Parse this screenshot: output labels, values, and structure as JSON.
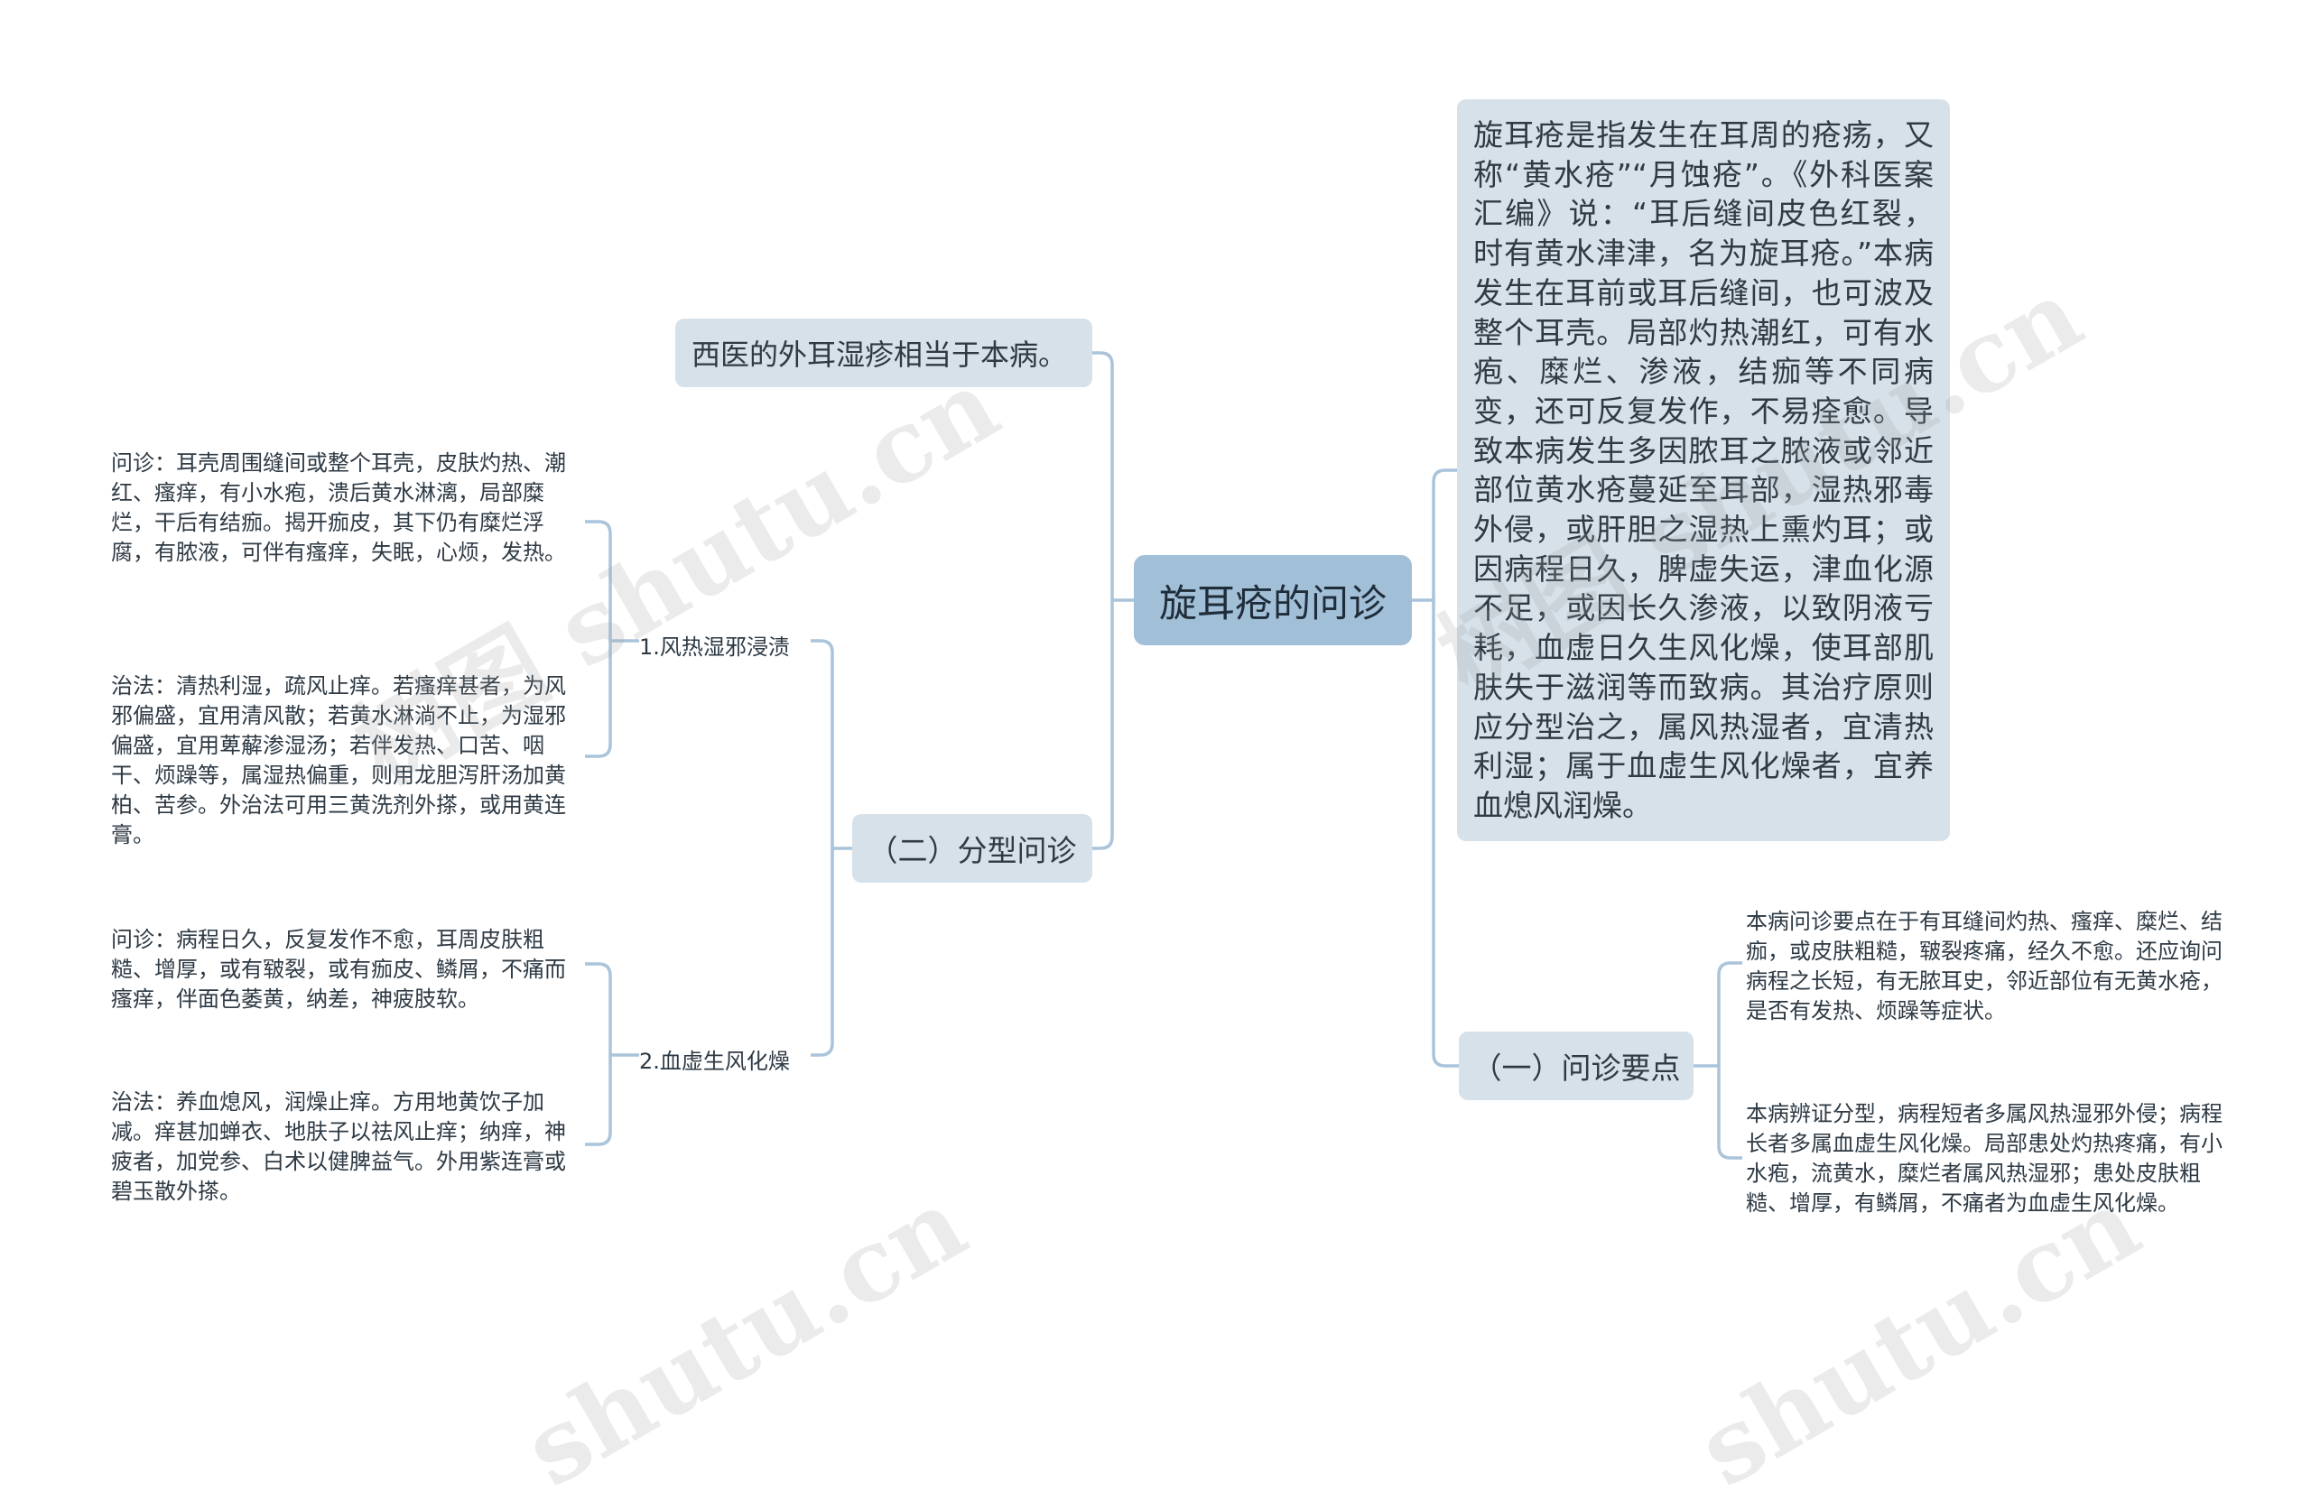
{
  "root": {
    "label": "旋耳疮的问诊"
  },
  "definition": {
    "text": "旋耳疮是指发生在耳周的疮疡，又称“黄水疮”“月蚀疮”。《外科医案汇编》说：“耳后缝间皮色红裂，时有黄水津津，名为旋耳疮。”本病发生在耳前或耳后缝间，也可波及整个耳壳。局部灼热潮红，可有水疱、糜烂、渗液，结痂等不同病变，还可反复发作，不易痊愈。导致本病发生多因脓耳之脓液或邻近部位黄水疮蔓延至耳部，湿热邪毒外侵，或肝胆之湿热上熏灼耳；或因病程日久，脾虚失运，津血化源不足，或因长久渗液，以致阴液亏耗，血虚日久生风化燥，使耳部肌肤失于滋润等而致病。其治疗原则应分型治之，属风热湿者，宜清热利湿；属于血虚生风化燥者，宜养血熄风润燥。"
  },
  "western": {
    "text": "西医的外耳湿疹相当于本病。"
  },
  "types": {
    "label": "（二）分型问诊",
    "wind_heat": {
      "label": "1.风热湿邪浸渍",
      "inquiry": "问诊：耳壳周围缝间或整个耳壳，皮肤灼热、潮红、瘙痒，有小水疱，溃后黄水淋漓，局部糜烂，干后有结痂。揭开痂皮，其下仍有糜烂浮腐，有脓液，可伴有瘙痒，失眠，心烦，发热。",
      "treatment": "治法：清热利湿，疏风止痒。若瘙痒甚者，为风邪偏盛，宜用清风散；若黄水淋淌不止，为湿邪偏盛，宜用萆薢渗湿汤；若伴发热、口苦、咽干、烦躁等，属湿热偏重，则用龙胆泻肝汤加黄柏、苦参。外治法可用三黄洗剂外搽，或用黄连膏。"
    },
    "blood_def": {
      "label": "2.血虚生风化燥",
      "inquiry": "问诊：病程日久，反复发作不愈，耳周皮肤粗糙、增厚，或有皲裂，或有痂皮、鳞屑，不痛而瘙痒，伴面色萎黄，纳差，神疲肢软。",
      "treatment": "治法：养血熄风，润燥止痒。方用地黄饮子加减。痒甚加蝉衣、地肤子以祛风止痒；纳痒，神疲者，加党参、白术以健脾益气。外用紫连膏或碧玉散外搽。"
    }
  },
  "points": {
    "label": "（一）问诊要点",
    "item1": "本病问诊要点在于有耳缝间灼热、瘙痒、糜烂、结痂，或皮肤粗糙，皲裂疼痛，经久不愈。还应询问病程之长短，有无脓耳史，邻近部位有无黄水疮，是否有发热、烦躁等症状。",
    "item2": "本病辨证分型，病程短者多属风热湿邪外侵；病程长者多属血虚生风化燥。局部患处灼热疼痛，有小水疱，流黄水，糜烂者属风热湿邪；患处皮肤粗糙、增厚，有鳞屑，不痛者为血虚生风化燥。"
  },
  "watermark": {
    "text": "树图 shutu.cn",
    "text_short": "shutu.cn"
  },
  "colors": {
    "line": "#a9c4db",
    "root_fill": "#a2bfd8",
    "node_fill": "#d6e1ea",
    "text": "#2e3a44"
  }
}
